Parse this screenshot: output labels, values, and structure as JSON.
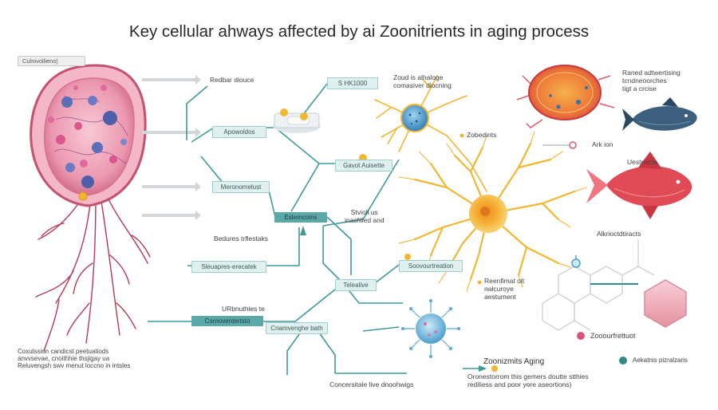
{
  "title": "Key cellular ahways affected by ai Zoonitrients in aging process",
  "corner_tag": "Culnivolliens)",
  "left_text": {
    "line1": "Coxulssion candicst peetuatiods",
    "line2": "anvvsevae, cnoithhie thsjigay ua",
    "line3": "Reluvengsh swv menut loccno in intsles"
  },
  "labels": {
    "redbar_diouce": "Redbar diouce",
    "apowoldos": "Apowoldos",
    "meronomelust": "Meronomelust",
    "bedures_trflestaks": "Bedures trflestaks",
    "sleuapres_erecatek": "Sleuapres-erecatek",
    "urbnuthies_te": "URbnuthies te",
    "cornoventertsto": "Cornoventertsto",
    "cnamvenghe_bath": "Cnamvenghe bath",
    "concersitale": "Concersitale live dnoohwigs",
    "shk1000": "S HK1000",
    "zoud_line1": "Zoud is alhaloge",
    "zoud_line2": "comasiver dlocning",
    "gavot_auisette": "Gavot Auisette",
    "estemcoins": "Estemcoins",
    "stvioll_line1": "Stvioll us",
    "stvioll_line2": "inasfilled and",
    "zobedints": "Zobedints",
    "soovourtreation": "Soovourtreation",
    "telealive": "Telealive",
    "reenfimat_line1": "Reenfimat olt",
    "reenfimat_line2": "nalcuroye",
    "reenfimat_line3": "aestument",
    "zoonizmits_aging": "Zoonizmits Aging",
    "oronesterion_line1": "Oronestorrom this gemers doutte stthies",
    "oronesterion_line2": "rediliess and poor yore aseortions)",
    "raned_line1": "Raned adtwertising",
    "raned_line2": "tcndneoorches",
    "raned_line3": "tigt a crcise",
    "ark_ion": "Ark ion",
    "uestriecte": "Uestriecte",
    "alkrioctdtiracts": "Alkrioctdtiracts",
    "zooourfrettuot": "Zooourfrettuot",
    "aekatnis": "Aekatnis pizralzaris"
  },
  "colors": {
    "teal": "#3f9a9a",
    "cell_pink": "#e78aa7",
    "neuron_gold": "#f2b631",
    "fish_blue": "#33556f",
    "fish_red": "#e04a55"
  }
}
